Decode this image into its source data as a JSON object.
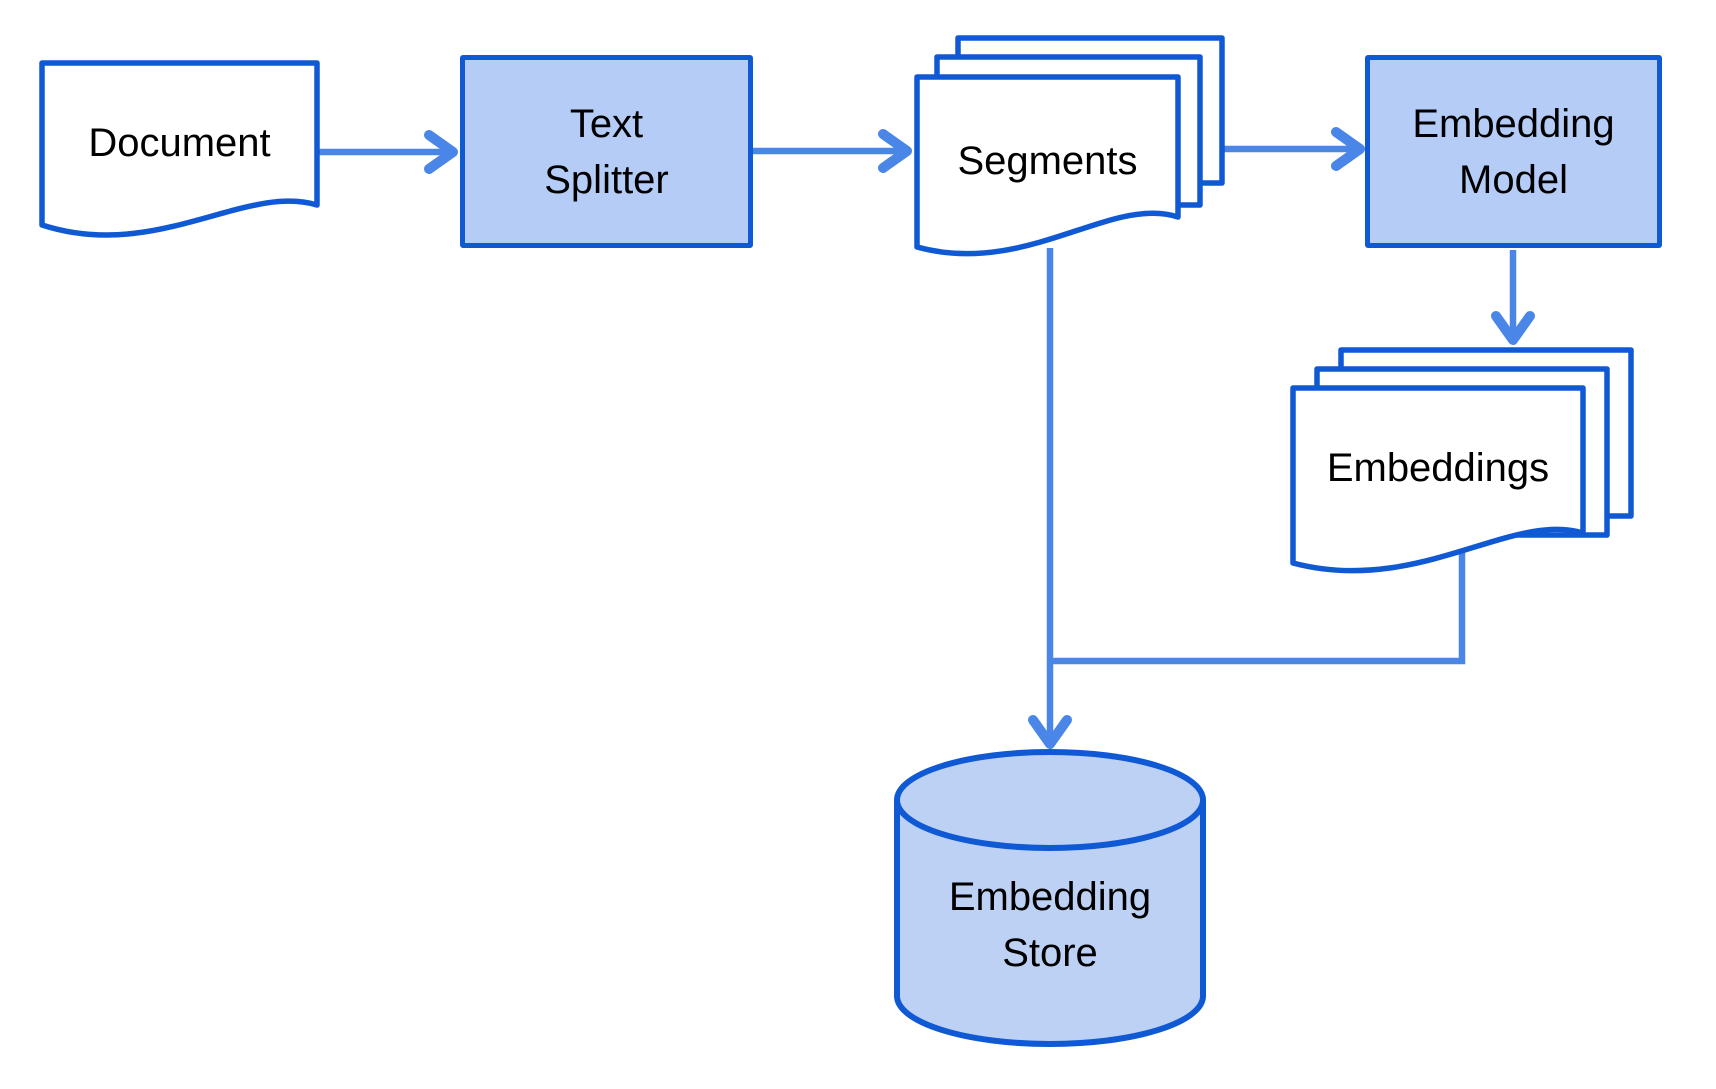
{
  "diagram": {
    "nodes": {
      "document": {
        "label": "Document",
        "shape": "document"
      },
      "text_splitter": {
        "label": "Text\nSplitter",
        "shape": "process-box"
      },
      "segments": {
        "label": "Segments",
        "shape": "stacked-documents"
      },
      "embedding_model": {
        "label": "Embedding\nModel",
        "shape": "process-box"
      },
      "embeddings": {
        "label": "Embeddings",
        "shape": "stacked-documents"
      },
      "embedding_store": {
        "label": "Embedding\nStore",
        "shape": "database-cylinder"
      }
    },
    "edges": [
      {
        "from": "document",
        "to": "text_splitter"
      },
      {
        "from": "text_splitter",
        "to": "segments"
      },
      {
        "from": "segments",
        "to": "embedding_model"
      },
      {
        "from": "embedding_model",
        "to": "embeddings"
      },
      {
        "from": "segments",
        "to": "embedding_store"
      },
      {
        "from": "embeddings",
        "to": "embedding_store"
      }
    ],
    "colors": {
      "shape_border": "#1059d4",
      "connector": "#4a86e8",
      "process_fill": "#b4ccf6",
      "cylinder_fill": "#bdd1f5",
      "document_fill": "#ffffff",
      "text": "#000000",
      "background": "#ffffff"
    }
  }
}
